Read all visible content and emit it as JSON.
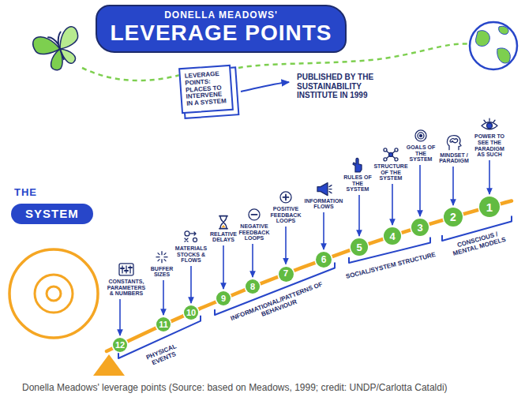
{
  "diagram": {
    "caption": "Donella Meadows' leverage points (Source: based on Meadows, 1999; credit: UNDP/Carlotta Cataldi)",
    "nodes": [
      {
        "text": [
          "DONELLA MEADOWS'",
          "LEVERAGE POINTS"
        ]
      },
      {
        "text": [
          "LEVERAGE POINTS: PLACES TO INTERVENE IN A SYSTEM"
        ]
      },
      {
        "text": [
          "THE",
          "SYSTEM"
        ]
      },
      {
        "text": [
          "CONSTANTS, PARAMETERS & NUMBERS",
          "12"
        ]
      },
      {
        "text": [
          "BUFFER SIZES",
          "11"
        ]
      },
      {
        "text": [
          "MATERIALS STOCKS & FLOWS",
          "10"
        ]
      },
      {
        "text": [
          "RELATIVE DELAYS",
          "9"
        ]
      },
      {
        "text": [
          "NEGATIVE FEEDBACK LOOPS",
          "8"
        ]
      },
      {
        "text": [
          "POSITIVE FEEDBACK LOOPS",
          "7"
        ]
      },
      {
        "text": [
          "INFORMATION FLOWS",
          "6"
        ]
      },
      {
        "text": [
          "RULES OF THE SYSTEM",
          "5"
        ]
      },
      {
        "text": [
          "STRUCTURE OF THE SYSTEM",
          "4"
        ]
      },
      {
        "text": [
          "GOALS OF THE SYSTEM",
          "3"
        ]
      },
      {
        "text": [
          "MINDSET / PARADIGM",
          "2"
        ]
      },
      {
        "text": [
          "POWER TO SEE THE PARADIGM AS SUCH",
          "1"
        ]
      }
    ],
    "labels": [
      "PUBLISHED BY THE SUSTAINABILITY INSTITUTE IN 1999",
      "PHYSICAL EVENTS",
      "INFORMATIONAL/PATTERNS OF BEHAVIOUR",
      "SOCIAL/SYSTEM STRUCTURE",
      "CONSCIOUS / MENTAL MODELS"
    ]
  }
}
